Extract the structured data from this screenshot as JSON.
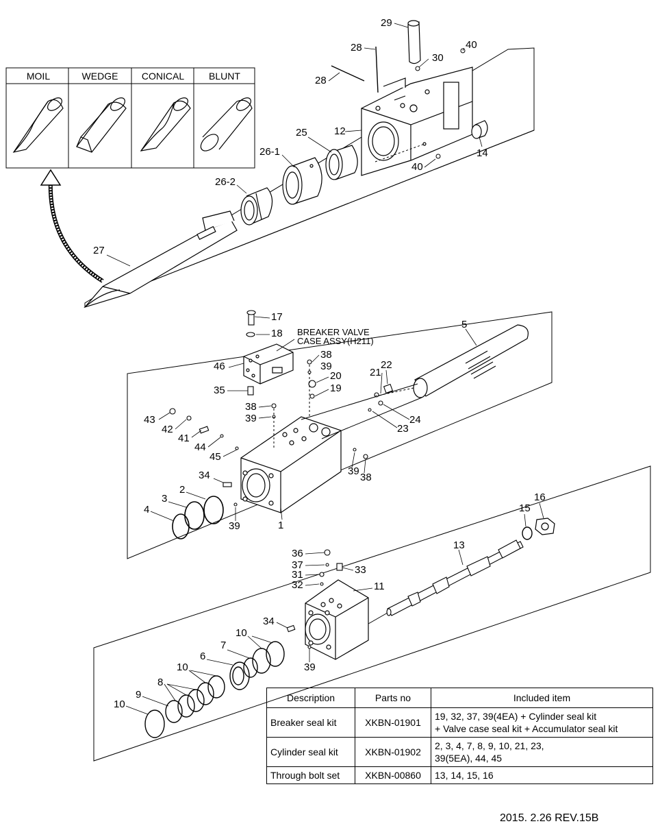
{
  "tool_types": [
    "MOIL",
    "WEDGE",
    "CONICAL",
    "BLUNT"
  ],
  "parts": {
    "p27": "27",
    "p26_2": "26-2",
    "p26_1": "26-1",
    "p25": "25",
    "p12": "12",
    "p28a": "28",
    "p28b": "28",
    "p29": "29",
    "p30": "30",
    "p40a": "40",
    "p40b": "40",
    "p14": "14",
    "p17": "17",
    "p18": "18",
    "p46": "46",
    "p35": "35",
    "p38a": "38",
    "p39a": "39",
    "p20": "20",
    "p19": "19",
    "p21": "21",
    "p22": "22",
    "p24": "24",
    "p23": "23",
    "p5": "5",
    "p38b": "38",
    "p39b": "39",
    "p43": "43",
    "p42": "42",
    "p41": "41",
    "p44": "44",
    "p45": "45",
    "p34a": "34",
    "p39c": "39",
    "p38c": "38",
    "p1": "1",
    "p39d": "39",
    "p2": "2",
    "p3": "3",
    "p4": "4",
    "p15": "15",
    "p16": "16",
    "p13": "13",
    "p36": "36",
    "p37": "37",
    "p33": "33",
    "p31": "31",
    "p32": "32",
    "p11": "11",
    "p34b": "34",
    "p10a": "10",
    "p7": "7",
    "p39e": "39",
    "p6": "6",
    "p10b": "10",
    "p8": "8",
    "p9": "9",
    "p10c": "10"
  },
  "annotation": {
    "line1": "BREAKER VALVE",
    "line2": "CASE ASSY(H211)"
  },
  "kit_table": {
    "headers": [
      "Description",
      "Parts no",
      "Included item"
    ],
    "rows": [
      {
        "description": "Breaker seal kit",
        "part_no": "XKBN-01901",
        "items_line1": "19, 32, 37, 39(4EA) + Cylinder seal kit",
        "items_line2": "+ Valve case seal kit + Accumulator seal kit"
      },
      {
        "description": "Cylinder seal kit",
        "part_no": "XKBN-01902",
        "items_line1": "2, 3, 4, 7, 8, 9, 10, 21, 23,",
        "items_line2": "39(5EA), 44, 45"
      },
      {
        "description": "Through bolt set",
        "part_no": "XKBN-00860",
        "items_line1": "13, 14, 15, 16",
        "items_line2": ""
      }
    ]
  },
  "footer": "2015. 2.26  REV.15B"
}
